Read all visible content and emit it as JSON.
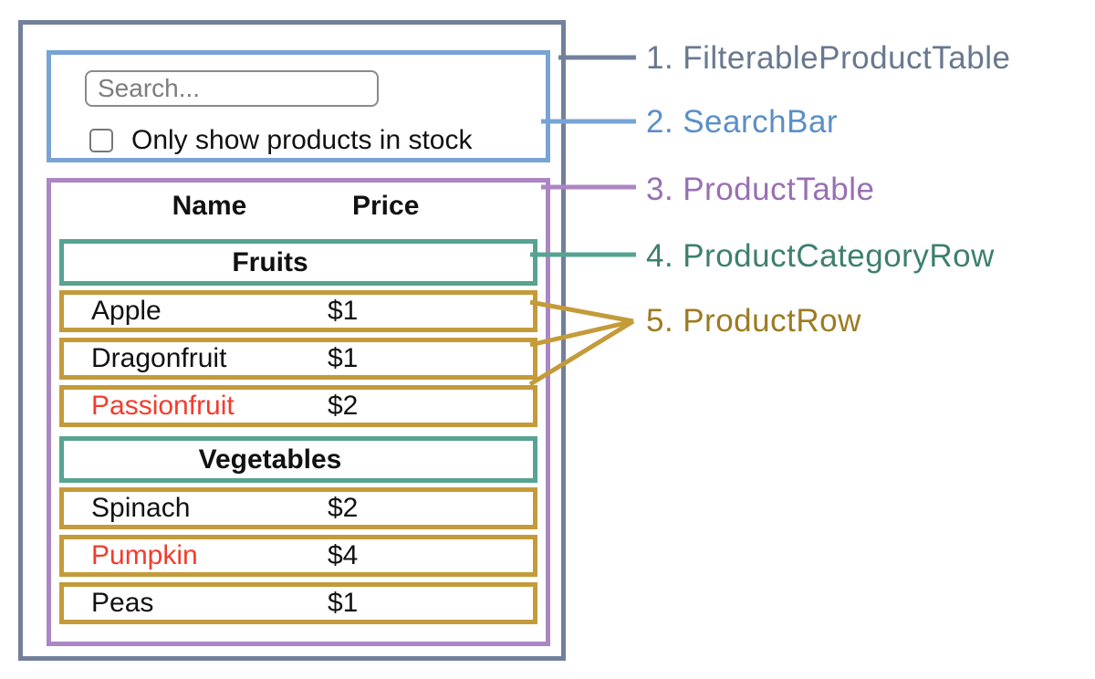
{
  "search_bar": {
    "placeholder": "Search...",
    "checkbox_label": "Only show products in stock",
    "checkbox_checked": false
  },
  "table": {
    "headers": {
      "name": "Name",
      "price": "Price"
    },
    "categories": [
      {
        "label": "Fruits",
        "rows": [
          {
            "name": "Apple",
            "price": "$1",
            "out_of_stock": false
          },
          {
            "name": "Dragonfruit",
            "price": "$1",
            "out_of_stock": false
          },
          {
            "name": "Passionfruit",
            "price": "$2",
            "out_of_stock": true
          }
        ]
      },
      {
        "label": "Vegetables",
        "rows": [
          {
            "name": "Spinach",
            "price": "$2",
            "out_of_stock": false
          },
          {
            "name": "Pumpkin",
            "price": "$4",
            "out_of_stock": true
          },
          {
            "name": "Peas",
            "price": "$1",
            "out_of_stock": false
          }
        ]
      }
    ]
  },
  "labels": [
    {
      "number": "1.",
      "name": "FilterableProductTable"
    },
    {
      "number": "2.",
      "name": "SearchBar"
    },
    {
      "number": "3.",
      "name": "ProductTable"
    },
    {
      "number": "4.",
      "name": "ProductCategoryRow"
    },
    {
      "number": "5.",
      "name": "ProductRow"
    }
  ],
  "colors": {
    "slate": "#72809c",
    "blue": "#78a3d4",
    "purple": "#ab86c4",
    "teal": "#57a392",
    "gold": "#c49b3a",
    "label-slate": "#68788f",
    "label-blue": "#5b8fc7",
    "label-purple": "#996fb3",
    "label-teal": "#3d7f6f",
    "label-gold": "#9d7b22",
    "red": "#f43b2c",
    "text": "#111111",
    "input-border": "#8a8a8a",
    "placeholder": "#7d7d7d",
    "checkbox-border": "#777777"
  }
}
